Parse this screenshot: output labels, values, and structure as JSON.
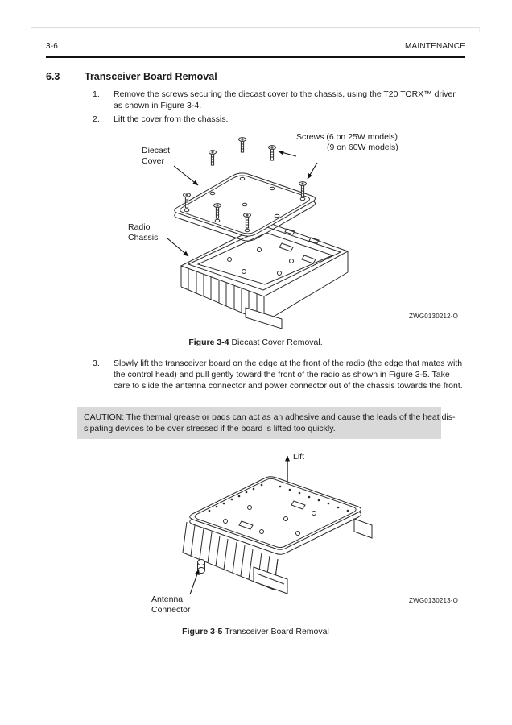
{
  "header": {
    "page_number": "3-6",
    "right": "MAINTENANCE"
  },
  "section": {
    "number": "6.3",
    "title": "Transceiver Board Removal"
  },
  "steps": [
    {
      "num": "1.",
      "text": "Remove the screws securing the diecast cover to the chassis, using the T20 TORX™ driver as shown in Figure 3-4."
    },
    {
      "num": "2.",
      "text": "Lift the cover from the chassis."
    },
    {
      "num": "3.",
      "text": "Slowly lift the transceiver board on the edge at the front of the radio (the edge that mates with the control head) and pull gently toward the front of the radio as shown in Figure 3-5. Take care to slide the antenna connector and power connector out of the chassis towards the front."
    }
  ],
  "figure34": {
    "label_diecast": "Diecast\nCover",
    "label_screws_1": "Screws (6 on 25W models)",
    "label_screws_2": "(9 on 60W models)",
    "label_chassis": "Radio\nChassis",
    "code": "ZWG0130212-O",
    "caption_num": "Figure 3-4",
    "caption_text": " Diecast Cover Removal."
  },
  "caution": {
    "line1": "CAUTION: The thermal grease or pads can act as an adhesive and cause the leads of the heat dis-",
    "line2": "sipating devices to be over stressed if the board is lifted too quickly."
  },
  "figure35": {
    "label_lift": "Lift",
    "label_antenna": "Antenna\nConnector",
    "code": "ZWG0130213-O",
    "caption_num": "Figure 3-5",
    "caption_text": " Transceiver Board Removal"
  }
}
